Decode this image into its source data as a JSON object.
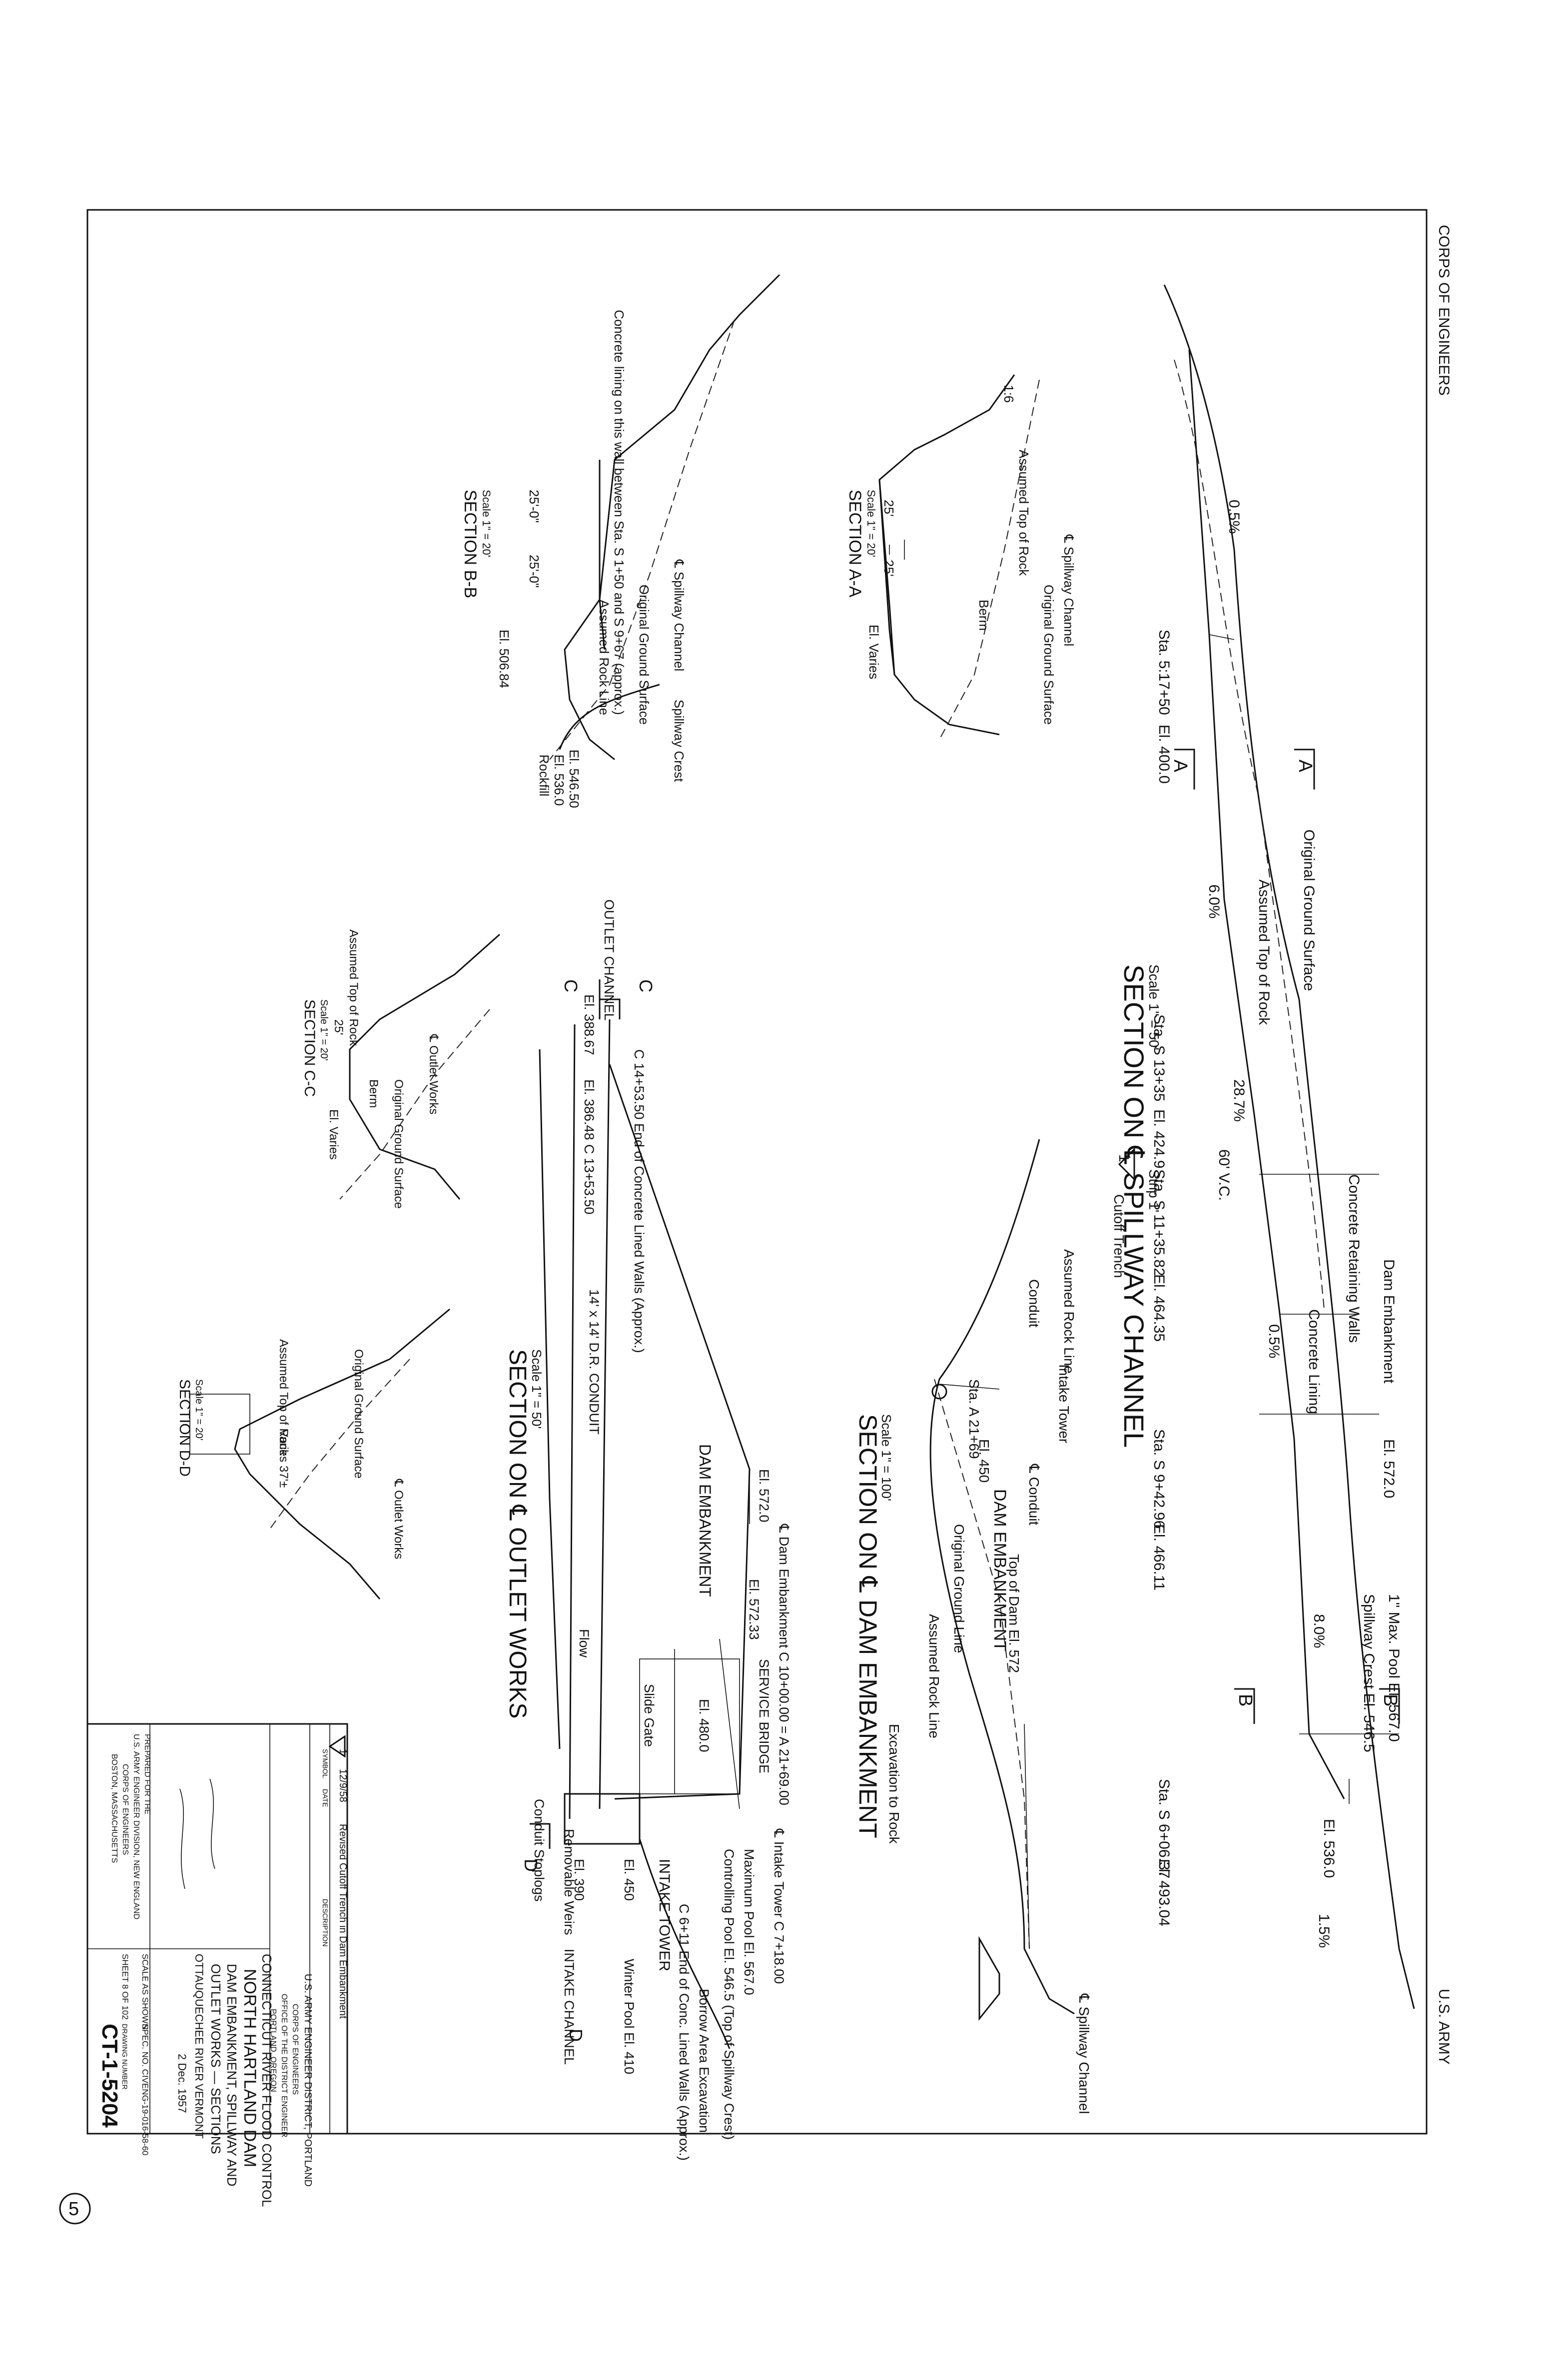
{
  "border": {
    "top_label": "CORPS OF ENGINEERS",
    "bottom_label": "U.S. ARMY",
    "sheet_circle": "5"
  },
  "spillway_profile": {
    "title": "SECTION ON ℄ SPILLWAY CHANNEL",
    "scale": "Scale 1\" = 50'",
    "labels": {
      "slope_1": "0.5%",
      "sta1": "Sta. 5:17+50",
      "el1": "El. 400.0",
      "sec_a": "A",
      "orig_ground": "Original Ground Surface",
      "assumed_rock": "Assumed Top of Rock",
      "slope_2": "6.0%",
      "sta2": "Sta. S 13+35",
      "el2": "El. 424.9",
      "slope_3": "28.7%",
      "sta3": "Sta. S 11+35.82",
      "el3": "El. 464.35",
      "vc": "60' V.C.",
      "walls": "Concrete Retaining Walls",
      "dam_emb": "Dam Embankment",
      "lining": "Concrete Lining",
      "slope_4": "0.5%",
      "sta4": "Sta. S 9+42.96",
      "el4": "El. 466.11",
      "el5": "El. 572.0",
      "max_pool": "1\" Max. Pool El. 567.0",
      "crest": "Spillway Crest El. 546.5",
      "slope_5": "8.0%",
      "sec_b": "B",
      "sta5": "Sta. S 6+06.37",
      "el6": "El. 493.04",
      "el7": "El. 536.0",
      "slope_6": "1.5%"
    }
  },
  "dam_section": {
    "title": "SECTION ON ℄ DAM EMBANKMENT",
    "scale": "Scale 1\" = 100'",
    "labels": {
      "strip": "Strip 1'",
      "intake_tower": "Intake Tower",
      "conduit_cl": "℄ Conduit",
      "cutoff": "Cutoff Trench",
      "assumed_rock": "Assumed Rock Line",
      "conduit": "Conduit",
      "sta": "Sta. A 21+69",
      "el450": "El. 450",
      "top_of_dam": "Top of Dam El. 572",
      "dam_emb": "DAM EMBANKMENT",
      "orig_ground": "Original Ground Line",
      "assumed_rock2": "Assumed Rock Line",
      "excavation": "Excavation to Rock",
      "spillway_cl": "℄ Spillway Channel",
      "delta": "1"
    }
  },
  "outlet_profile": {
    "title": "SECTION ON ℄ OUTLET WORKS",
    "scale": "Scale 1\" = 50'",
    "labels": {
      "outlet_channel": "OUTLET CHANNEL",
      "el1": "El. 388.67",
      "end_walls": "C 14+53.50 End of Concrete Lined Walls (Approx.)",
      "el2": "El. 386.48",
      "sta2": "C 13+53.50",
      "sec_c": "C",
      "conduit": "14' x 14' D.R. CONDUIT",
      "el3": "El. 572.0",
      "dam_emb": "DAM EMBANKMENT",
      "dam_cl": "℄ Dam Embankment C 10+00.00 = A 21+69.00",
      "el4": "El. 572.33",
      "service_bridge": "SERVICE BRIDGE",
      "el5": "El. 480.0",
      "flow": "Flow",
      "slide_gate": "Slide Gate",
      "intake_tower": "INTAKE TOWER",
      "intake_cl": "℄ Intake Tower C 7+18.00",
      "max_pool": "Maximum Pool El. 567.0",
      "ctrl_pool": "Controlling Pool El. 546.5 (Top of Spillway Crest)",
      "end_walls2": "C 6+11 End of Conc. Lined Walls (Approx.)",
      "el450": "El. 450",
      "borrow": "Borrow Area Excavation",
      "el390": "El. 390",
      "winter_pool": "Winter Pool El. 410",
      "intake_channel": "INTAKE CHANNEL",
      "stoplogs": "Conduit Stoplogs",
      "weirs": "Removable Weirs",
      "sec_d": "D"
    }
  },
  "section_aa": {
    "title": "SECTION A-A",
    "scale": "Scale 1\" = 20'",
    "labels": {
      "cl": "℄ Spillway Channel",
      "orig_ground": "Original Ground Surface",
      "assumed_rock": "Assumed Top of Rock",
      "berm": "Berm",
      "dim1": "25'",
      "dim2": "25'",
      "varies": "El. Varies",
      "slope": "1:6"
    }
  },
  "section_bb": {
    "title": "SECTION B-B",
    "scale": "Scale 1\" = 20'",
    "labels": {
      "lining": "Concrete lining on this wall between Sta. S 1+50 and S 9+67 (approx.)",
      "dim1": "25'-0\"",
      "dim2": "25'-0\"",
      "cl": "℄ Spillway Channel",
      "orig_ground": "Original Ground Surface",
      "assumed_rock": "Assumed Rock Line",
      "crest": "Spillway Crest",
      "el_bottom": "El. 506.84",
      "el1": "El. 546.50",
      "el2": "El. 536.0",
      "rockfill": "Rockfill"
    }
  },
  "section_cc": {
    "title": "SECTION C-C",
    "scale": "Scale 1\" = 20'",
    "labels": {
      "cl": "℄ Outlet Works",
      "assumed_rock": "Assumed Top of Rock",
      "orig_ground": "Original Ground Surface",
      "berm": "Berm",
      "dim": "25'",
      "varies": "El. Varies"
    }
  },
  "section_dd": {
    "title": "SECTION D-D",
    "scale": "Scale 1\" = 20'",
    "labels": {
      "cl": "℄ Outlet Works",
      "orig_ground": "Original Ground Surface",
      "assumed_rock": "Assumed Top of Rock",
      "varies": "Varies 37'±"
    }
  },
  "title_block": {
    "revision_mark": "1",
    "revision_date": "12/9/58",
    "revision_desc": "Revised Cutoff Trench in Dam Embankment",
    "rev_header_sym": "SYMBOL",
    "rev_header_date": "DATE",
    "rev_header_desc": "DESCRIPTION",
    "office_1": "U.S. ARMY ENGINEER DISTRICT, PORTLAND",
    "office_2": "CORPS OF ENGINEERS",
    "office_3": "OFFICE OF THE DISTRICT ENGINEER",
    "office_4": "PORTLAND, OREGON",
    "project_1": "CONNECTICUT RIVER FLOOD CONTROL",
    "project_2": "NORTH HARTLAND DAM",
    "project_3": "DAM EMBANKMENT, SPILLWAY AND",
    "project_4": "OUTLET WORKS — SECTIONS",
    "river": "OTTAUQUECHEE RIVER",
    "state": "VERMONT",
    "date": "2 Dec. 1957",
    "prepared_1": "PREPARED FOR THE",
    "prepared_2": "U.S. ARMY ENGINEER DIVISION, NEW ENGLAND",
    "prepared_3": "CORPS OF ENGINEERS",
    "prepared_4": "BOSTON, MASSACHUSETTS",
    "scale": "SCALE AS SHOWN",
    "spec": "SPEC. NO. CIVENG-19-016-58-60",
    "sheet": "SHEET 8 OF 102",
    "drawing_number_label": "DRAWING NUMBER",
    "drawing_number": "CT-1-5204"
  }
}
